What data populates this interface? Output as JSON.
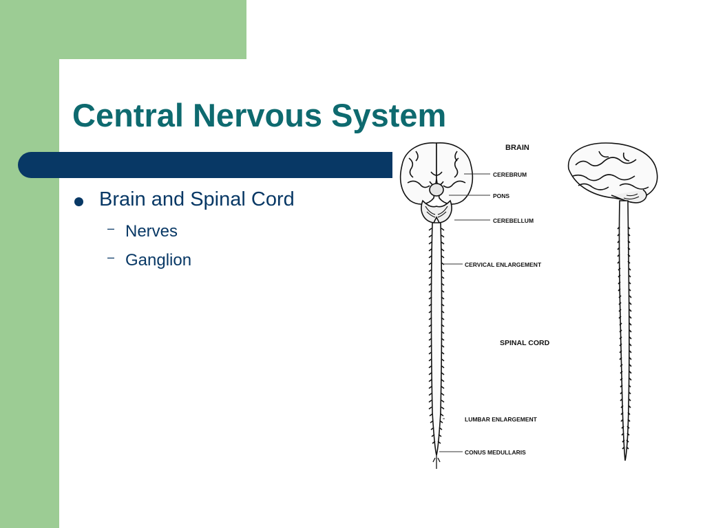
{
  "slide": {
    "title": "Central Nervous System",
    "bullets": [
      {
        "text": "Brain and Spinal Cord",
        "subitems": [
          "Nerves",
          "Ganglion"
        ]
      }
    ]
  },
  "figure": {
    "labels": {
      "brain": "BRAIN",
      "cerebrum": "CEREBRUM",
      "pons": "PONS",
      "cerebellum": "CEREBELLUM",
      "cervical": "CERVICAL  ENLARGEMENT",
      "spinal_cord": "SPINAL  CORD",
      "lumbar": "LUMBAR  ENLARGEMENT",
      "conus": "CONUS  MEDULLARIS"
    }
  },
  "colors": {
    "title": "#0e6a6f",
    "band": "#083865",
    "background_accent": "#9ccc94",
    "text": "#083865"
  }
}
